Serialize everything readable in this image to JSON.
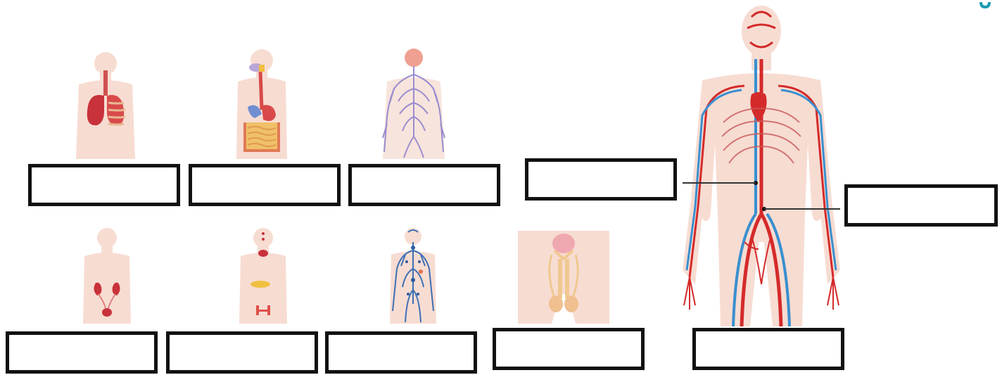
{
  "worksheet": {
    "answers": {
      "box1": "",
      "box2": "",
      "box3": "",
      "box4": "",
      "box5": "",
      "box6": "",
      "box7": "",
      "box8": "",
      "box9": "",
      "box10": "",
      "box11": ""
    }
  },
  "colors": {
    "skin": "#f7dcd2",
    "lung": "#c8323a",
    "digestive": "#e07a55",
    "nerve": "#9b8ccf",
    "lymph": "#3e6fb3",
    "artery": "#d42a2a",
    "vein": "#3a8fcf",
    "box_border": "#111111",
    "accent": "#1a9bb0"
  },
  "figures": [
    {
      "id": "respiratory",
      "icon": "lungs-body-icon"
    },
    {
      "id": "digestive",
      "icon": "digestive-body-icon"
    },
    {
      "id": "nervous",
      "icon": "nervous-body-icon"
    },
    {
      "id": "urinary",
      "icon": "kidneys-body-icon"
    },
    {
      "id": "endocrine",
      "icon": "glands-body-icon"
    },
    {
      "id": "lymphatic",
      "icon": "lymph-body-icon"
    },
    {
      "id": "reproductive",
      "icon": "reproductive-pelvis-icon"
    },
    {
      "id": "circulatory",
      "icon": "circulatory-body-icon"
    }
  ]
}
